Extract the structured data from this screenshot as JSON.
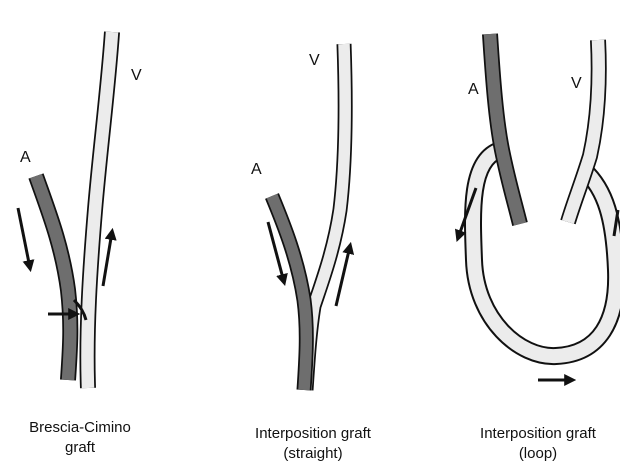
{
  "colors": {
    "artery_fill": "#6e6e6e",
    "vein_fill": "#ececec",
    "outline": "#111111",
    "arrow": "#111111"
  },
  "panels": [
    {
      "id": "brescia-cimino",
      "artery_label": "A",
      "vein_label": "V",
      "caption_line1": "Brescia-Cimino",
      "caption_line2": "graft"
    },
    {
      "id": "interposition-straight",
      "artery_label": "A",
      "vein_label": "V",
      "caption_line1": "Interposition graft",
      "caption_line2": "(straight)"
    },
    {
      "id": "interposition-loop",
      "artery_label": "A",
      "vein_label": "V",
      "caption_line1": "Interposition graft",
      "caption_line2": "(loop)"
    }
  ]
}
